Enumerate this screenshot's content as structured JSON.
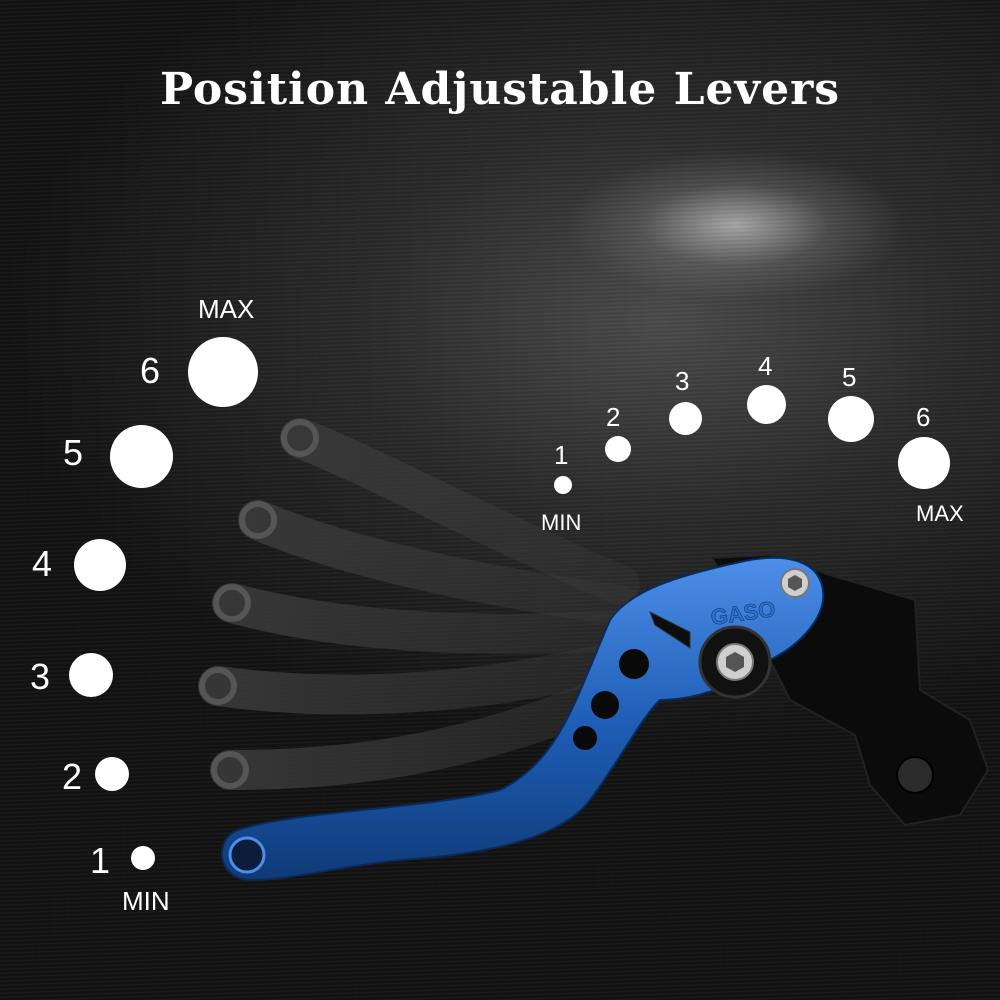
{
  "title": "Position Adjustable Levers",
  "left_scale": {
    "positions": [
      {
        "number": "1",
        "label": "MIN"
      },
      {
        "number": "2"
      },
      {
        "number": "3"
      },
      {
        "number": "4"
      },
      {
        "number": "5"
      },
      {
        "number": "6",
        "label": "MAX"
      }
    ]
  },
  "right_scale": {
    "positions": [
      {
        "number": "1",
        "label": "MIN"
      },
      {
        "number": "2"
      },
      {
        "number": "3"
      },
      {
        "number": "4"
      },
      {
        "number": "5"
      },
      {
        "number": "6",
        "label": "MAX"
      }
    ]
  },
  "lever": {
    "color": "#1f5fb8",
    "bracket_color": "#0b0b0b",
    "embossed_text": "GASO"
  }
}
